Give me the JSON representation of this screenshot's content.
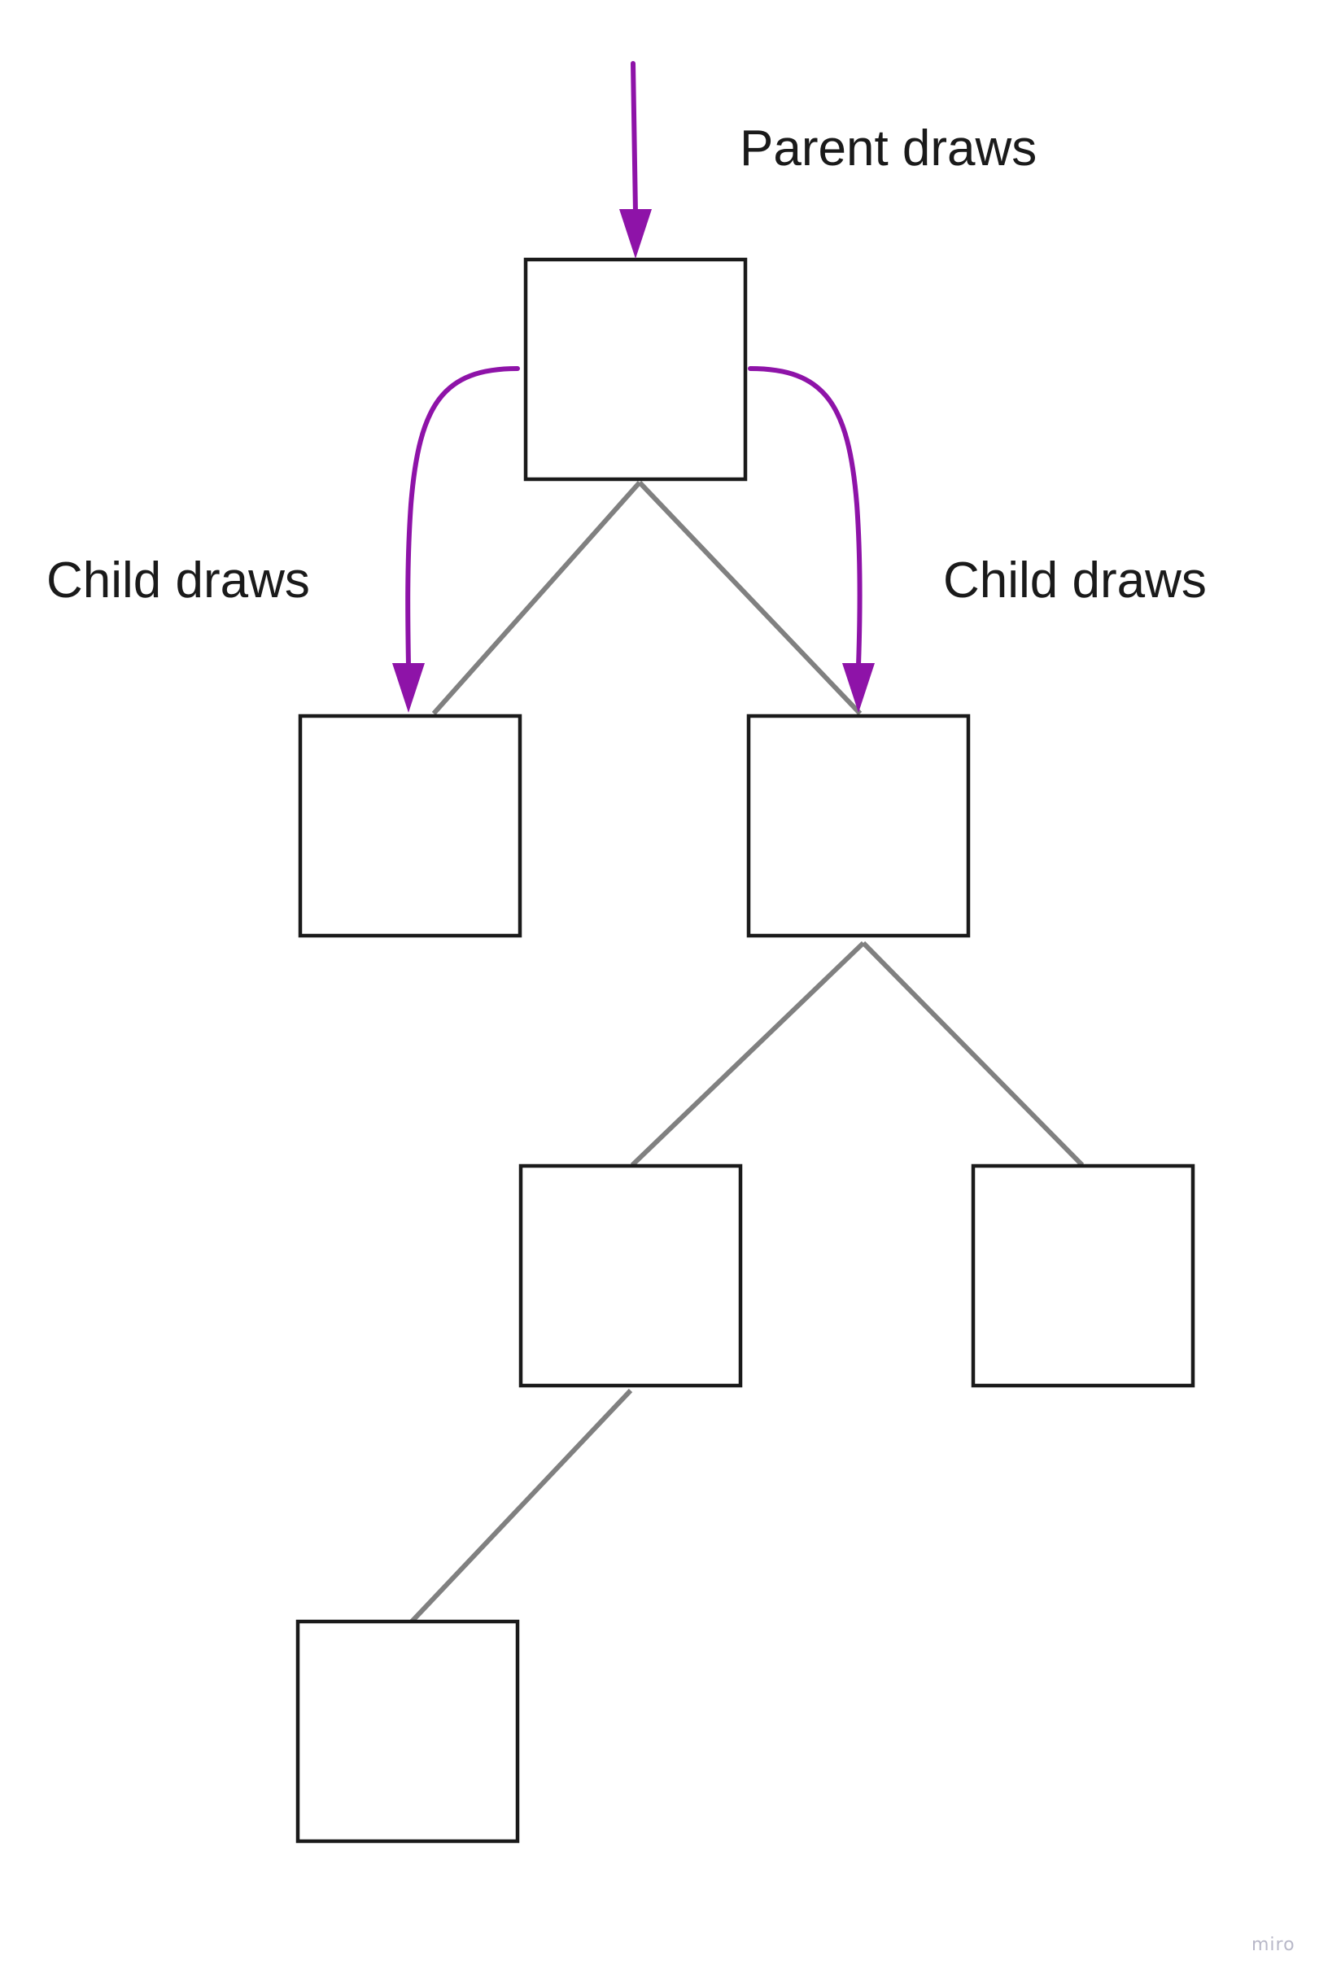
{
  "labels": {
    "parent": "Parent draws",
    "child_left": "Child draws",
    "child_right": "Child draws"
  },
  "watermark": "miro",
  "colors": {
    "flow_arrow": "#8e13a8",
    "tree_edge": "#808080",
    "node_border": "#1a1a1a",
    "text": "#1a1a1a"
  },
  "tree": {
    "nodes": [
      "root",
      "root-left-child",
      "root-right-child",
      "right-left-grandchild",
      "right-right-grandchild",
      "leaf"
    ],
    "edges": [
      [
        "root",
        "root-left-child"
      ],
      [
        "root",
        "root-right-child"
      ],
      [
        "root-right-child",
        "right-left-grandchild"
      ],
      [
        "root-right-child",
        "right-right-grandchild"
      ],
      [
        "right-left-grandchild",
        "leaf"
      ]
    ]
  },
  "icons": {
    "flow_arrow": "arrow-down-icon"
  }
}
